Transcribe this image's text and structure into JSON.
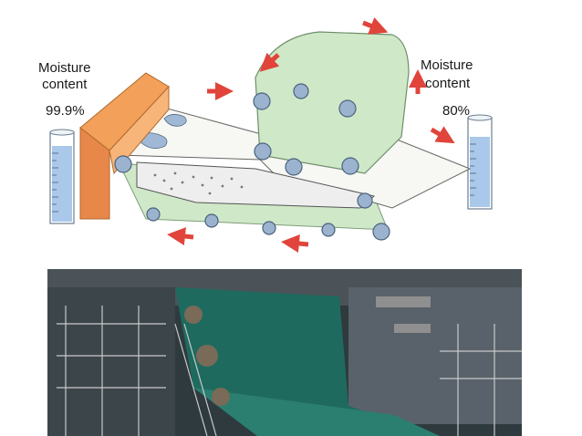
{
  "left_gauge": {
    "label_line1": "Moisture",
    "label_line2": "content",
    "value": "99.9%"
  },
  "right_gauge": {
    "label_line1": "Moisture",
    "label_line2": "content",
    "value": "80%"
  },
  "colors": {
    "headbox": "#f2a05a",
    "felt": "#cfe8c8",
    "roller": "#9cb3cf",
    "arrow": "#e0443a",
    "gauge_liquid": "#a9c8ea",
    "photo_felt": "#1e6a5e"
  },
  "icons": [
    "arrow-icon",
    "roller-icon",
    "gauge-icon"
  ]
}
